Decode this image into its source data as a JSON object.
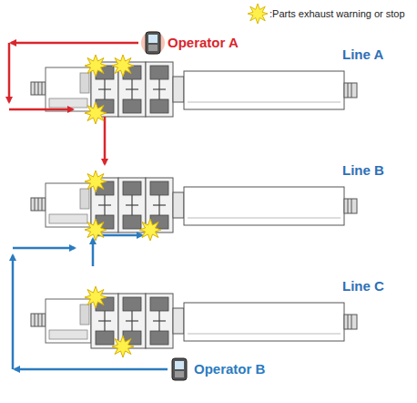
{
  "diagram": {
    "labels": [
      "Operator A",
      "Line A",
      "Line B",
      "Line C",
      "Operator B"
    ],
    "legend": [
      {
        "text": ":Parts exhaust warning or stop"
      }
    ]
  }
}
